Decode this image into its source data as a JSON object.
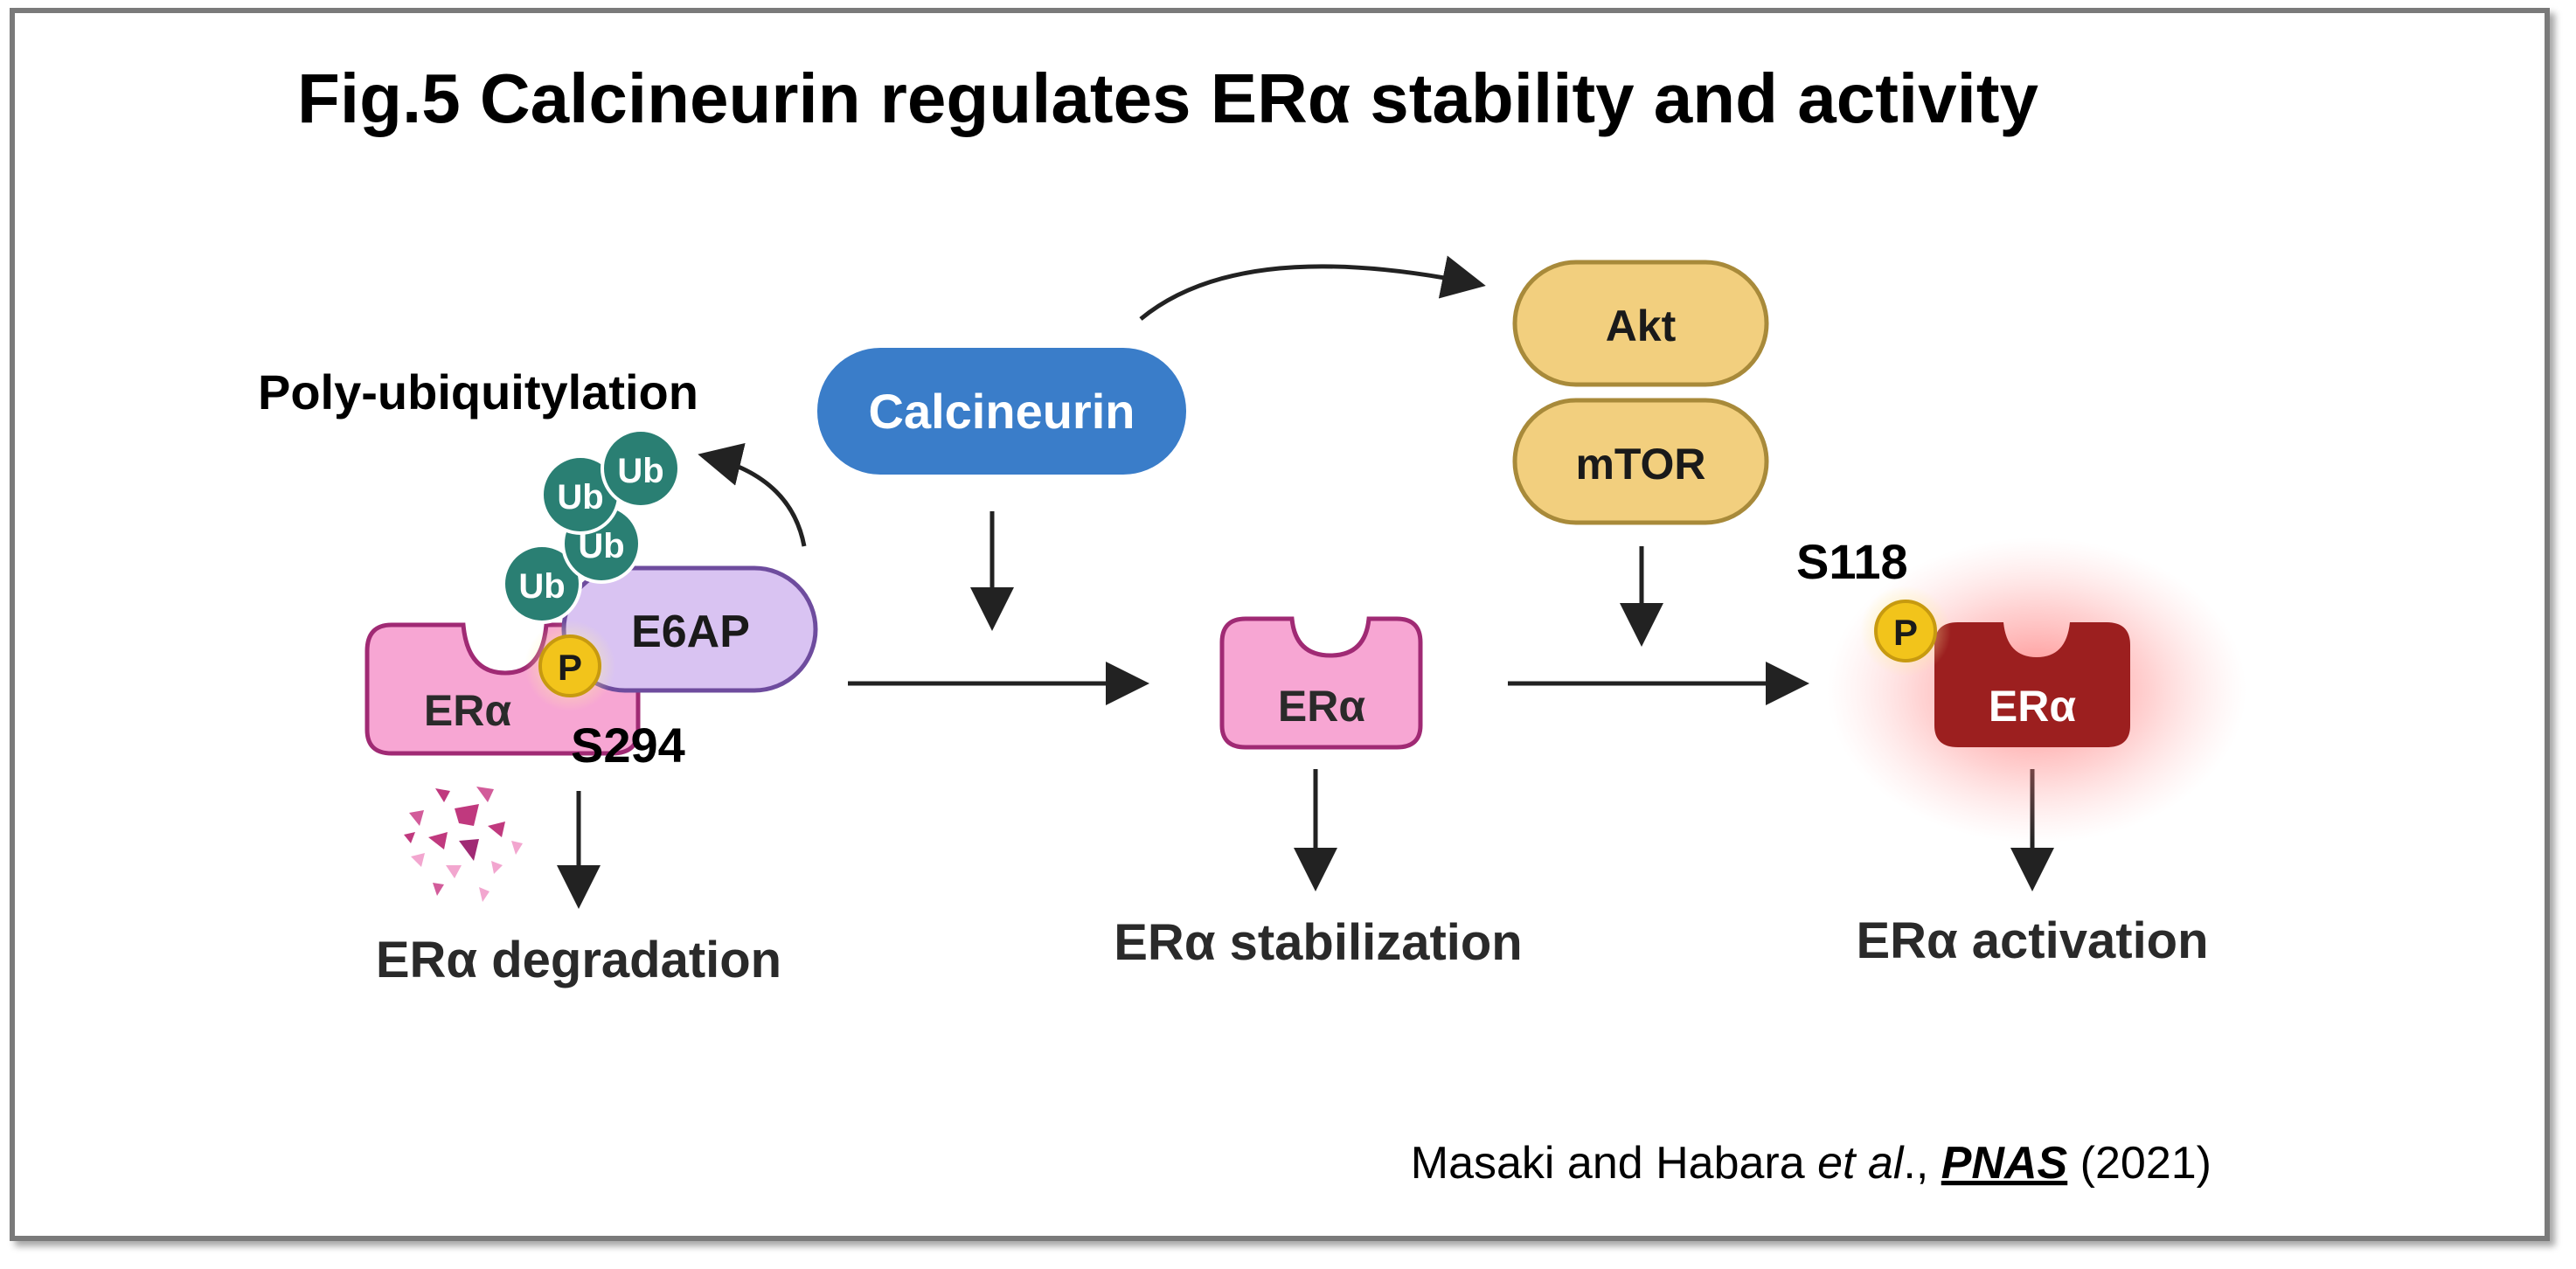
{
  "title": "Fig.5 Calcineurin regulates ERα stability and activity",
  "nodes": {
    "calcineurin": "Calcineurin",
    "akt": "Akt",
    "mtor": "mTOR",
    "e6ap": "E6AP",
    "era_left": "ERα",
    "era_middle": "ERα",
    "era_right": "ERα"
  },
  "labels": {
    "poly_ubiquitylation": "Poly-ubiquitylation",
    "ub": "Ub",
    "phospho": "P",
    "s294": "S294",
    "s118": "S118"
  },
  "outcomes": {
    "degradation": "ERα degradation",
    "stabilization": "ERα stabilization",
    "activation": "ERα activation"
  },
  "citation": {
    "authors": "Masaki and Habara ",
    "etal": "et al",
    "sep": "., ",
    "journal": "PNAS",
    "year": " (2021)"
  },
  "colors": {
    "calcineurin": "#3a7dc9",
    "akt_mtor_fill": "#f2cf7e",
    "akt_mtor_stroke": "#a88a3a",
    "e6ap_fill": "#d9c3f2",
    "e6ap_stroke": "#6e4c9e",
    "era_pink_fill": "#f7a6d3",
    "era_pink_stroke": "#a02a74",
    "era_active": "#9c1f1f",
    "ub": "#2a7f73",
    "phospho": "#f2c41b",
    "glow": "#ff6a6a"
  }
}
